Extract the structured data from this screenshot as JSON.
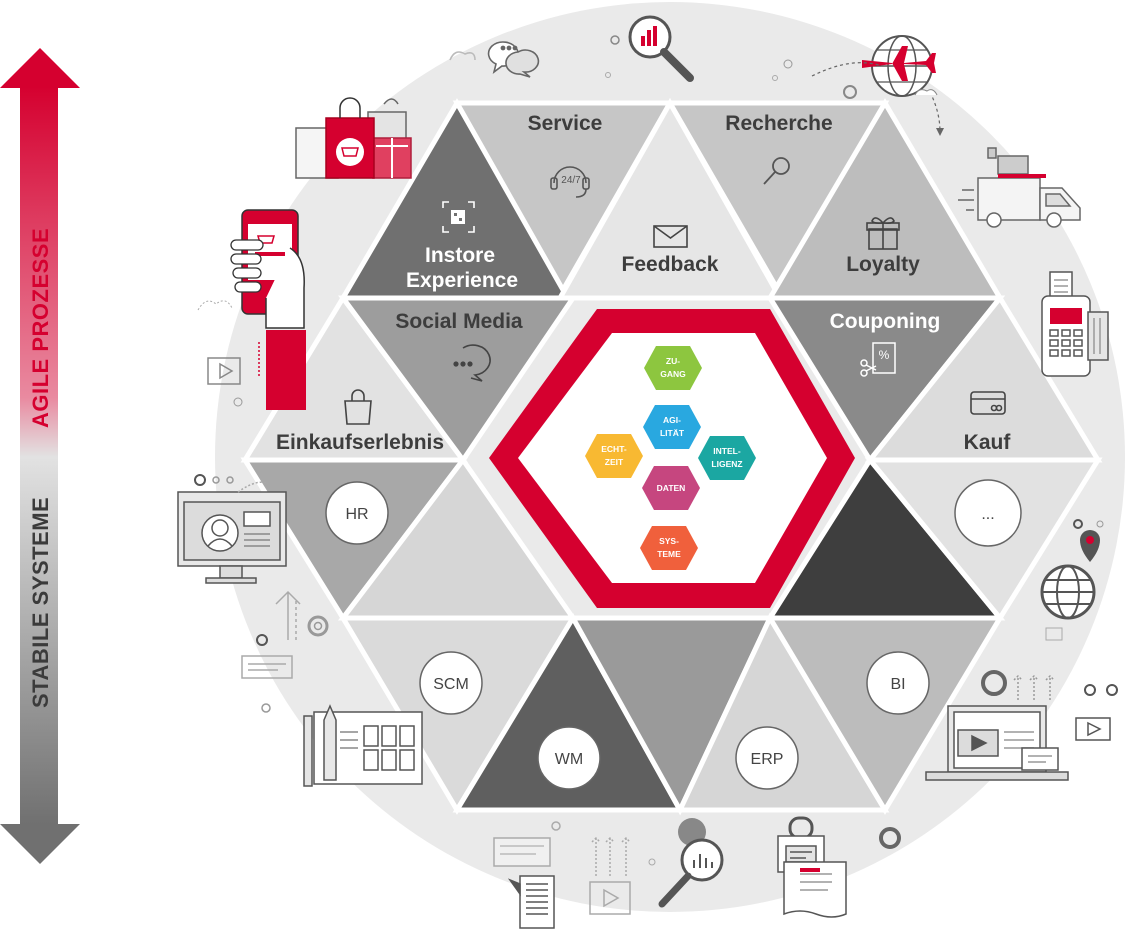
{
  "axis": {
    "top_label": "AGILE PROZESSE",
    "bottom_label": "STABILE SYSTEME",
    "top_color": "#d5002f",
    "bottom_color": "#6d6d6d"
  },
  "outer_segments": {
    "service": "Service",
    "recherche": "Recherche",
    "instore_line1": "Instore",
    "instore_line2": "Experience",
    "feedback": "Feedback",
    "loyalty": "Loyalty",
    "social_media": "Social Media",
    "couponing": "Couponing",
    "einkaufserlebnis": "Einkaufserlebnis",
    "kauf": "Kauf",
    "service_badge": "24/7"
  },
  "backend_circles": {
    "hr": "HR",
    "more": "...",
    "scm": "SCM",
    "bi": "BI",
    "wm": "WM",
    "erp": "ERP"
  },
  "core_hexagons": {
    "zugang": [
      "ZU-",
      "GANG"
    ],
    "agilitaet": [
      "AGI-",
      "LITÄT"
    ],
    "echtzeit": [
      "ECHT-",
      "ZEIT"
    ],
    "intelligenz": [
      "INTEL-",
      "LIGENZ"
    ],
    "daten": [
      "DATEN"
    ],
    "systeme": [
      "SYS-",
      "TEME"
    ]
  },
  "colors": {
    "brand_red": "#d5002f",
    "hex_green": "#8dc63f",
    "hex_blue": "#29a8e0",
    "hex_yellow": "#f8b932",
    "hex_teal": "#1ba7a2",
    "hex_pink": "#c6467f",
    "hex_orange": "#f0603c"
  },
  "icons": [
    "chat-bubbles-icon",
    "analytics-magnifier-icon",
    "globe-airplane-icon",
    "shopping-bags-icon",
    "delivery-truck-icon",
    "smartphone-hand-icon",
    "payment-terminal-icon",
    "monitor-profile-icon",
    "globe-location-icon",
    "tablet-layout-icon",
    "laptop-video-icon",
    "document-scroll-icon",
    "padlock-icon",
    "gear-icon",
    "play-video-icon"
  ]
}
